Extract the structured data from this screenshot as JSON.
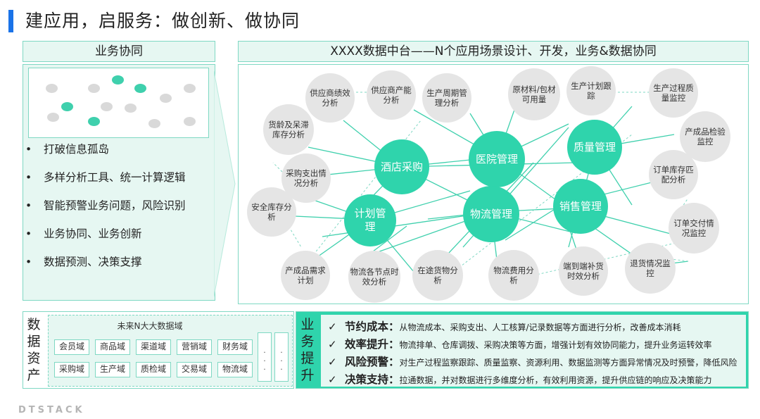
{
  "title": "建应用，启服务：做创新、做协同",
  "left": {
    "header": "业务协同",
    "bullets": [
      "打破信息孤岛",
      "多样分析工具、统一计算逻辑",
      "智能预警业务问题，风险识别",
      "业务协同、业务创新",
      "数据预测、决策支撑"
    ],
    "bullet_mark": "•"
  },
  "right": {
    "header": "XXXX数据中台——N个应用场景设计、开发，业务&数据协同",
    "hubs": [
      "酒店采购",
      "医院管理",
      "质量管理",
      "计划管理",
      "物流管理",
      "销售管理"
    ],
    "nodes": [
      "供应商绩效分析",
      "供应商产能分析",
      "生产周期管理分析",
      "原材料/包材可用量",
      "生产计划跟踪",
      "生产过程质量监控",
      "货龄及呆滞库存分析",
      "产成品检验监控",
      "采购支出情况分析",
      "订单库存匹配分析",
      "安全库存分析",
      "订单交付情况监控",
      "产成品需求计划",
      "物流各节点时效分析",
      "在途货物分析",
      "物流费用分析",
      "端到端补货时效分析",
      "退货情况监控"
    ]
  },
  "data_assets": {
    "label": "数据资产",
    "domain_title": "未来N大大数据域",
    "domains_row1": [
      "会员域",
      "商品域",
      "渠道域",
      "营销域",
      "财务域"
    ],
    "domains_row2": [
      "采购域",
      "生产域",
      "质检域",
      "交易域",
      "物流域"
    ],
    "more_marks": [
      "·\n·\n·",
      "·\n·\n·"
    ]
  },
  "business": {
    "label": "业务提升",
    "check": "✓",
    "items": [
      {
        "title": "节约成本：",
        "desc": "从物流成本、采购支出、人工核算/记录数据等方面进行分析，改善成本消耗"
      },
      {
        "title": "效率提升：",
        "desc": "物流排单、仓库调拨、采购决策等方面，增强计划有效协同能力，提升业务运转效率"
      },
      {
        "title": "风险预警：",
        "desc": "对生产过程监察跟踪、质量监察、资源利用、数据监测等方面异常情况及时预警，降低风险"
      },
      {
        "title": "决策支持：",
        "desc": "拉通数据，并对数据进行多维度分析，有效利用资源，提升供应链的响应及决策能力"
      }
    ]
  },
  "footer": "DTSTACK",
  "colors": {
    "accent": "#2fd4ac",
    "panel": "#e6f7f2",
    "border": "#7fd8c3",
    "title_bar": "#1a73e8"
  }
}
